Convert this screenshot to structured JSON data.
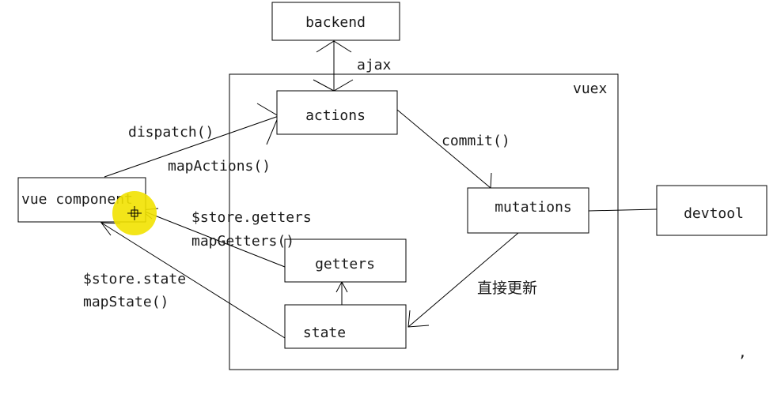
{
  "container": {
    "label": "vuex"
  },
  "nodes": {
    "backend": "backend",
    "actions": "actions",
    "mutations": "mutations",
    "devtool": "devtool",
    "getters": "getters",
    "state": "state",
    "vue_component": "vue component"
  },
  "edge_labels": {
    "ajax": "ajax",
    "dispatch": "dispatch()",
    "map_actions": "mapActions()",
    "commit": "commit()",
    "store_getters": "$store.getters",
    "map_getters": "mapGetters()",
    "store_state": "$store.state",
    "map_state": "mapState()",
    "direct_update": "直接更新"
  },
  "stray_mark": ",",
  "colors": {
    "cursor_highlight": "#f2e200",
    "line": "#000000"
  }
}
